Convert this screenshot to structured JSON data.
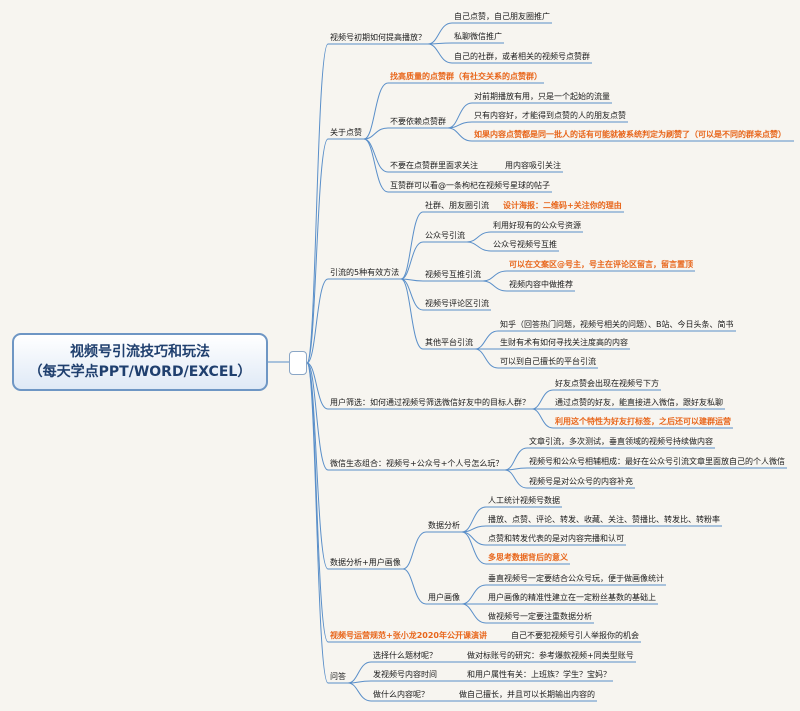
{
  "root": {
    "line1": "视频号引流技巧和玩法",
    "line2": "（每天学点PPT/WORD/EXCEL）"
  },
  "colors": {
    "line": "#5a8fc9",
    "accent": "#e8661b",
    "root_border": "#6e96c4",
    "root_text": "#1f3f6e"
  },
  "nodes": {
    "b1": "视频号初期如何提高播放？",
    "b1_1": "自己点赞，自己朋友圈推广",
    "b1_2": "私聊微信推广",
    "b1_3": "自己的社群，或者相关的视频号点赞群",
    "b2": "关于点赞",
    "b2_1": "找高质量的点赞群（有社交关系的点赞群）",
    "b2_2": "不要依赖点赞群",
    "b2_2_1": "对前期播放有用，只是一个起始的流量",
    "b2_2_2": "只有内容好，才能得到点赞的人的朋友点赞",
    "b2_2_3": "如果内容点赞都是同一批人的话有可能就被系统判定为刷赞了（可以是不同的群来点赞）",
    "b2_3": "不要在点赞群里面求关注",
    "b2_3_1": "用内容吸引关注",
    "b2_4": "互赞群可以看@一条枸杞在视频号星球的帖子",
    "b3": "引流的5种有效方法",
    "b3_1": "社群、朋友圈引流",
    "b3_1_1": "设计海报：二维码+关注你的理由",
    "b3_2": "公众号引流",
    "b3_2_1": "利用好现有的公众号资源",
    "b3_2_2": "公众号视频号互推",
    "b3_3": "视频号互推引流",
    "b3_3_1": "可以在文案区@号主，号主在评论区留言，留言置顶",
    "b3_3_2": "视频内容中做推荐",
    "b3_4": "视频号评论区引流",
    "b3_5": "其他平台引流",
    "b3_5_1": "知乎（回答热门问题，视频号相关的问题）、B站、今日头条、简书",
    "b3_5_2": "生财有术有如何寻找关注度高的内容",
    "b3_5_3": "可以到自己擅长的平台引流",
    "b4": "用户筛选：如何通过视频号筛选微信好友中的目标人群？",
    "b4_1": "好友点赞会出现在视频号下方",
    "b4_2": "通过点赞的好友，能直接进入微信，跟好友私聊",
    "b4_3": "利用这个特性为好友打标签，之后还可以建群运营",
    "b5": "微信生态组合：视频号+公众号+个人号怎么玩？",
    "b5_1": "文章引流，多次测试，垂直领域的视频号持续做内容",
    "b5_2": "视频号和公众号相辅相成：最好在公众号引流文章里面放自己的个人微信",
    "b5_3": "视频号是对公众号的内容补充",
    "b6": "数据分析+用户画像",
    "b6_1": "数据分析",
    "b6_1_1": "人工统计视频号数据",
    "b6_1_2": "播放、点赞、评论、转发、收藏、关注、赞播比、转发比、转粉率",
    "b6_1_3": "点赞和转发代表的是对内容完播和认可",
    "b6_1_4": "多思考数据背后的意义",
    "b6_2": "用户画像",
    "b6_2_1": "垂直视频号一定要结合公众号玩，便于做画像统计",
    "b6_2_2": "用户画像的精准性建立在一定粉丝基数的基础上",
    "b6_2_3": "做视频号一定要注重数据分析",
    "b7": "视频号运营规范+张小龙2020年公开课演讲",
    "b7_1": "自己不要犯视频号引人举报你的机会",
    "b8": "问答",
    "b8_1": "选择什么题材呢？",
    "b8_1_1": "做对标账号的研究：参考爆款视频+同类型账号",
    "b8_2": "发视频号内容时间",
    "b8_2_1": "和用户属性有关：上班族？学生？宝妈？",
    "b8_3": "做什么内容呢？",
    "b8_3_1": "做自己擅长，并且可以长期输出内容的"
  }
}
